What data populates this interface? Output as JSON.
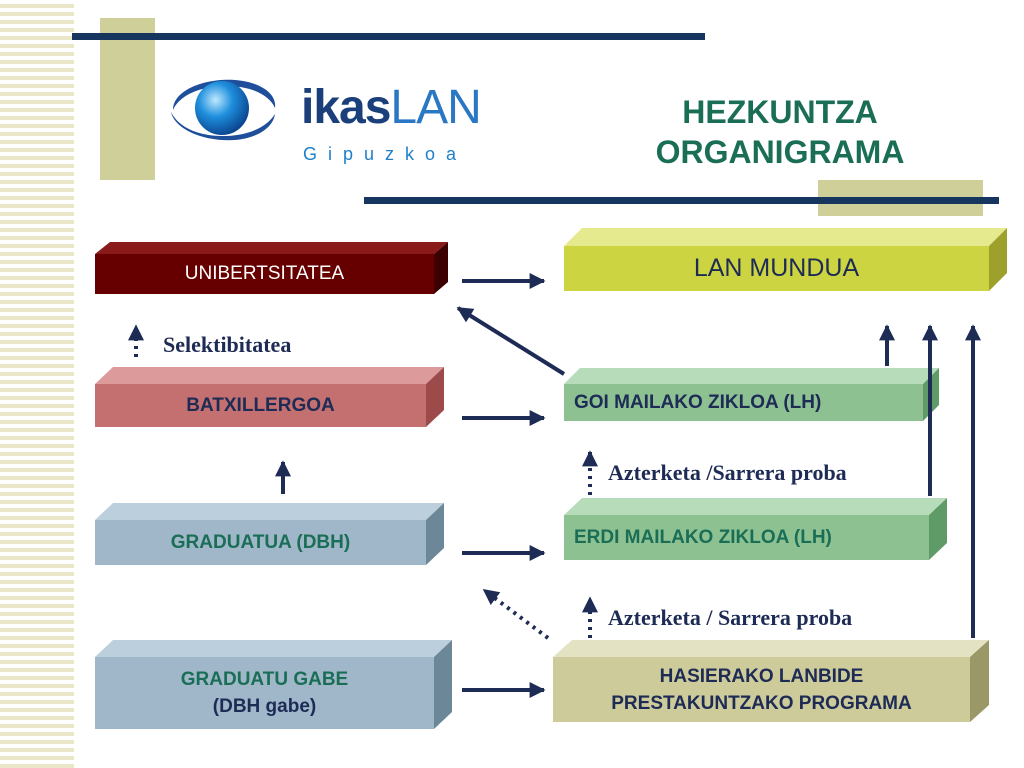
{
  "header": {
    "logo_main_bold": "ikas",
    "logo_main_light": "LAN",
    "logo_sub": "G i p u z k o a",
    "title_line1": "HEZKUNTZA",
    "title_line2": "ORGANIGRAMA"
  },
  "boxes": {
    "unibertsitatea": "UNIBERTSITATEA",
    "lan_mundua": "LAN MUNDUA",
    "batxillergoa": "BATXILLERGOA",
    "goi_mailako": "GOI MAILAKO ZIKLOA (LH)",
    "graduatua": "GRADUATUA (DBH)",
    "erdi_mailako": "ERDI MAILAKO ZIKLOA (LH)",
    "graduatu_gabe_line1": "GRADUATU GABE",
    "graduatu_gabe_line2": "(DBH gabe)",
    "hasierako_line1": "HASIERAKO LANBIDE",
    "hasierako_line2": "PRESTAKUNTZAKO PROGRAMA"
  },
  "labels": {
    "selektibitatea": "Selektibitatea",
    "azterketa_1": "Azterketa /Sarrera proba",
    "azterketa_2": "Azterketa / Sarrera proba"
  },
  "colors": {
    "title": "#1b6e56",
    "navy_line": "#16365f",
    "accent_tan": "#cfcf9a",
    "unibertsitatea": "#660000",
    "lan_mundua": "#cdd442",
    "batxillergoa": "#c47070",
    "goi_mailako": "#8dc192",
    "graduatua": "#9fb7c8",
    "erdi_mailako": "#8dc192",
    "graduatu_gabe": "#9fb7c8",
    "hasierako": "#cdcb9a",
    "arrow": "#1d2b55"
  }
}
